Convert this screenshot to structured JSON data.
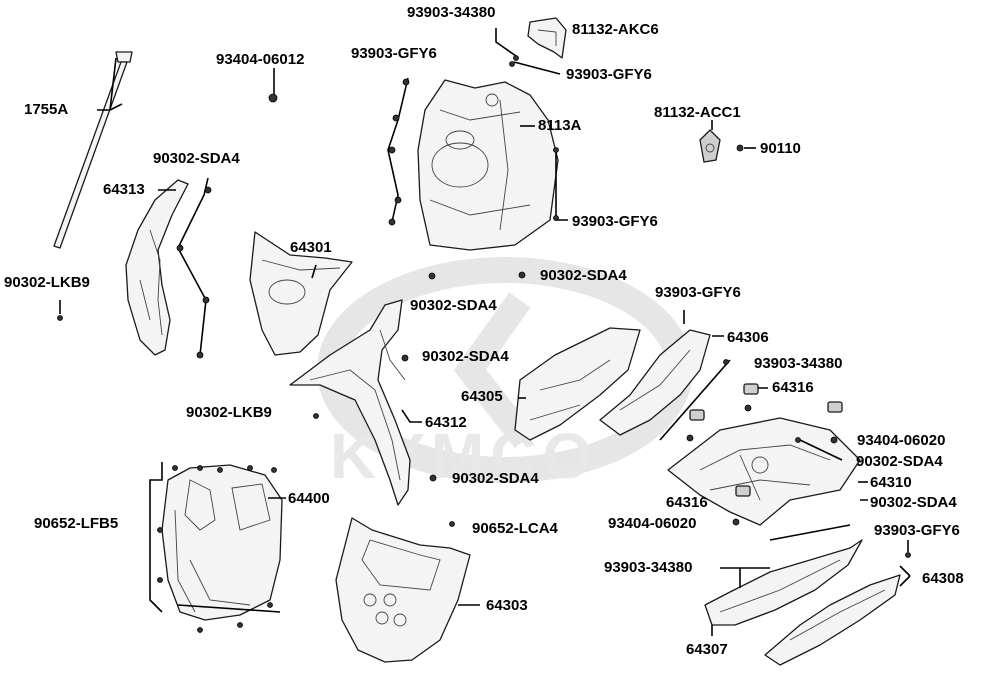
{
  "diagram": {
    "watermark": "KYMCO",
    "callouts": [
      {
        "id": "c01",
        "text": "93903-34380"
      },
      {
        "id": "c02",
        "text": "81132-AKC6"
      },
      {
        "id": "c03",
        "text": "93404-06012"
      },
      {
        "id": "c04",
        "text": "93903-GFY6"
      },
      {
        "id": "c05",
        "text": "93903-GFY6"
      },
      {
        "id": "c06",
        "text": "1755A"
      },
      {
        "id": "c07",
        "text": "8113A"
      },
      {
        "id": "c08",
        "text": "81132-ACC1"
      },
      {
        "id": "c09",
        "text": "90302-SDA4"
      },
      {
        "id": "c10",
        "text": "90110"
      },
      {
        "id": "c11",
        "text": "64313"
      },
      {
        "id": "c12",
        "text": "93903-GFY6"
      },
      {
        "id": "c13",
        "text": "64301"
      },
      {
        "id": "c14",
        "text": "90302-LKB9"
      },
      {
        "id": "c15",
        "text": "90302-SDA4"
      },
      {
        "id": "c16",
        "text": "93903-GFY6"
      },
      {
        "id": "c17",
        "text": "90302-SDA4"
      },
      {
        "id": "c18",
        "text": "64306"
      },
      {
        "id": "c19",
        "text": "90302-SDA4"
      },
      {
        "id": "c20",
        "text": "93903-34380"
      },
      {
        "id": "c21",
        "text": "64316"
      },
      {
        "id": "c22",
        "text": "64305"
      },
      {
        "id": "c23",
        "text": "90302-LKB9"
      },
      {
        "id": "c24",
        "text": "64312"
      },
      {
        "id": "c25",
        "text": "93404-06020"
      },
      {
        "id": "c26",
        "text": "90302-SDA4"
      },
      {
        "id": "c27",
        "text": "90302-SDA4"
      },
      {
        "id": "c28",
        "text": "64310"
      },
      {
        "id": "c29",
        "text": "64400"
      },
      {
        "id": "c30",
        "text": "64316"
      },
      {
        "id": "c31",
        "text": "90302-SDA4"
      },
      {
        "id": "c32",
        "text": "90652-LFB5"
      },
      {
        "id": "c33",
        "text": "90652-LCA4"
      },
      {
        "id": "c34",
        "text": "93404-06020"
      },
      {
        "id": "c35",
        "text": "93903-GFY6"
      },
      {
        "id": "c36",
        "text": "93903-34380"
      },
      {
        "id": "c37",
        "text": "64308"
      },
      {
        "id": "c38",
        "text": "64303"
      },
      {
        "id": "c39",
        "text": "64307"
      }
    ]
  }
}
